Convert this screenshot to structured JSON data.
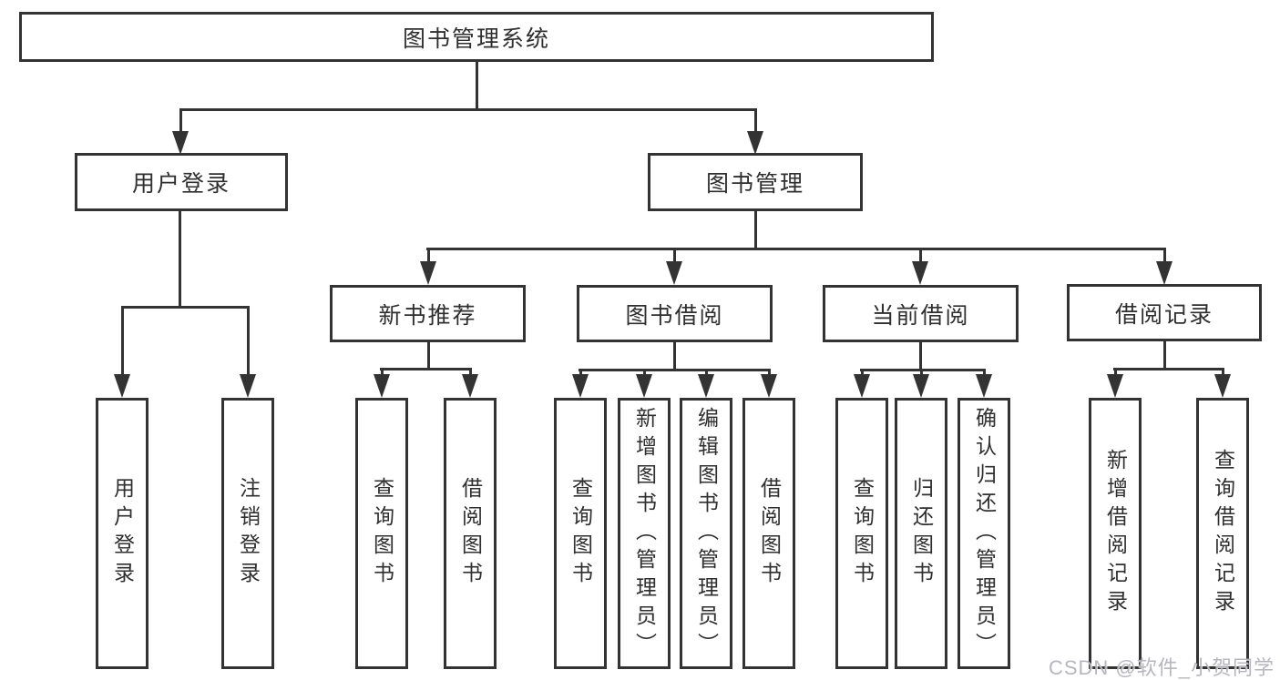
{
  "diagram": {
    "root": {
      "label": "图书管理系统"
    },
    "branches": [
      {
        "label": "用户登录",
        "leaves": [
          {
            "label": "用户登录"
          },
          {
            "label": "注销登录"
          }
        ]
      },
      {
        "label": "图书管理",
        "groups": [
          {
            "label": "新书推荐",
            "leaves": [
              {
                "label": "查询图书"
              },
              {
                "label": "借阅图书"
              }
            ]
          },
          {
            "label": "图书借阅",
            "leaves": [
              {
                "label": "查询图书"
              },
              {
                "label": "新增图书（管理员）"
              },
              {
                "label": "编辑图书（管理员）"
              },
              {
                "label": "借阅图书"
              }
            ]
          },
          {
            "label": "当前借阅",
            "leaves": [
              {
                "label": "查询图书"
              },
              {
                "label": "归还图书"
              },
              {
                "label": "确认归还（管理员）"
              }
            ]
          },
          {
            "label": "借阅记录",
            "leaves": [
              {
                "label": "新增借阅记录"
              },
              {
                "label": "查询借阅记录"
              }
            ]
          }
        ]
      }
    ]
  },
  "watermark": {
    "text": "CSDN @软件_小贺同学"
  },
  "colors": {
    "line": "#333333",
    "text": "#2f2f2f",
    "box_background": "#ffffff",
    "watermark": "#b2b2b8"
  }
}
